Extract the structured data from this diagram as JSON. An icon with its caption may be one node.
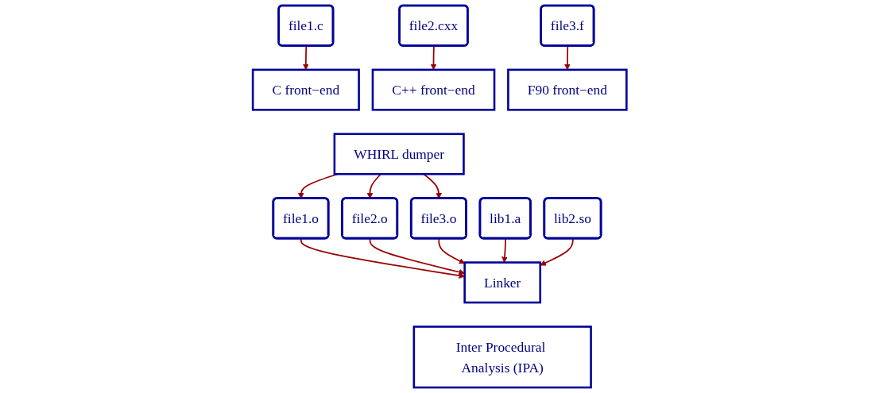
{
  "diagram": {
    "nodes": [
      {
        "text": [
          "file1.c"
        ]
      },
      {
        "text": [
          "file2.cxx"
        ]
      },
      {
        "text": [
          "file3.f"
        ]
      },
      {
        "text": [
          "C front−end"
        ]
      },
      {
        "text": [
          "C++ front−end"
        ]
      },
      {
        "text": [
          "F90 front−end"
        ]
      },
      {
        "text": [
          "WHIRL dumper"
        ]
      },
      {
        "text": [
          "file1.o"
        ]
      },
      {
        "text": [
          "file2.o"
        ]
      },
      {
        "text": [
          "file3.o"
        ]
      },
      {
        "text": [
          "lib1.a"
        ]
      },
      {
        "text": [
          "lib2.so"
        ]
      },
      {
        "text": [
          "Linker"
        ]
      },
      {
        "text": [
          "Inter Procedural Analysis (IPA)"
        ]
      }
    ],
    "edges": [
      {
        "from": 0,
        "to": 3,
        "arrow": "to"
      },
      {
        "from": 1,
        "to": 4,
        "arrow": "to"
      },
      {
        "from": 2,
        "to": 5,
        "arrow": "to"
      },
      {
        "from": 6,
        "to": 7,
        "arrow": "to"
      },
      {
        "from": 6,
        "to": 8,
        "arrow": "to"
      },
      {
        "from": 6,
        "to": 9,
        "arrow": "to"
      },
      {
        "from": 7,
        "to": 12,
        "arrow": "to"
      },
      {
        "from": 8,
        "to": 12,
        "arrow": "to"
      },
      {
        "from": 9,
        "to": 12,
        "arrow": "to"
      },
      {
        "from": 10,
        "to": 12,
        "arrow": "to"
      },
      {
        "from": 11,
        "to": 12,
        "arrow": "to"
      }
    ]
  }
}
